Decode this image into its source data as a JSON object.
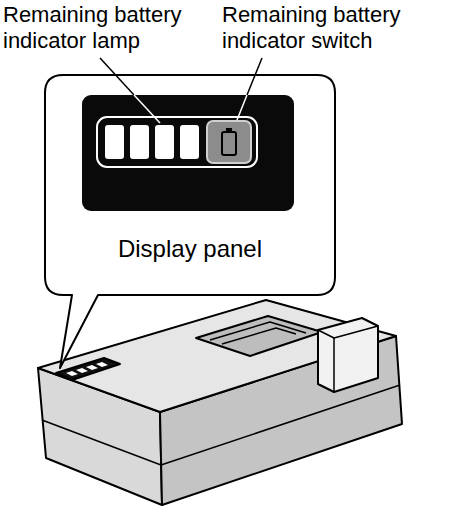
{
  "diagram": {
    "nodes": [
      {
        "text": [
          "Display panel"
        ]
      }
    ],
    "labels": [
      "Remaining battery indicator lamp",
      "Remaining battery indicator switch"
    ]
  }
}
